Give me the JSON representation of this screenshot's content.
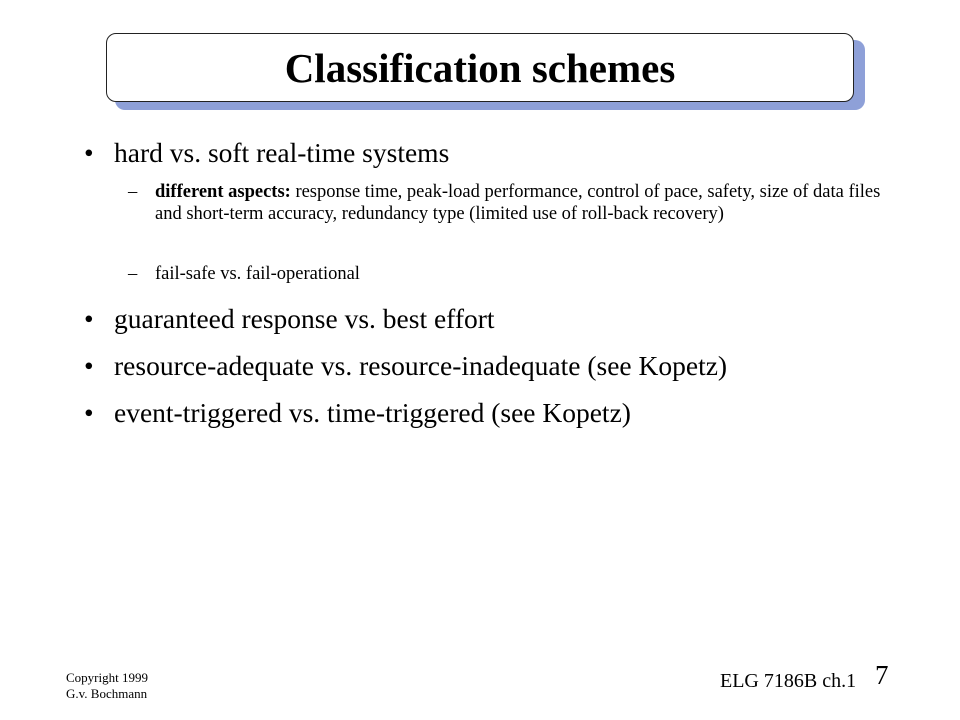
{
  "slide": {
    "title": "Classification schemes",
    "bullets": [
      {
        "text": "hard vs. soft real-time systems",
        "subitems": [
          {
            "lead": "different aspects:",
            "text": " response time, peak-load performance, control of pace, safety, size of data files and short-term accuracy, redundancy type (limited use of roll-back recovery)"
          },
          {
            "lead": "",
            "text": "fail-safe vs. fail-operational"
          }
        ]
      },
      {
        "text": "guaranteed response vs. best effort"
      },
      {
        "text": "resource-adequate vs. resource-inadequate (see Kopetz)"
      },
      {
        "text": "event-triggered vs. time-triggered (see Kopetz)"
      }
    ],
    "bullet_symbol": "•",
    "sub_symbol": "–"
  },
  "footer": {
    "copyright_line1": "Copyright 1999",
    "copyright_line2": "G.v. Bochmann",
    "course": "ELG 7186B ch.1",
    "page_number": "7"
  },
  "colors": {
    "title_shadow": "#8ea0d8",
    "title_border": "#222222",
    "text": "#000000",
    "background": "#ffffff"
  }
}
